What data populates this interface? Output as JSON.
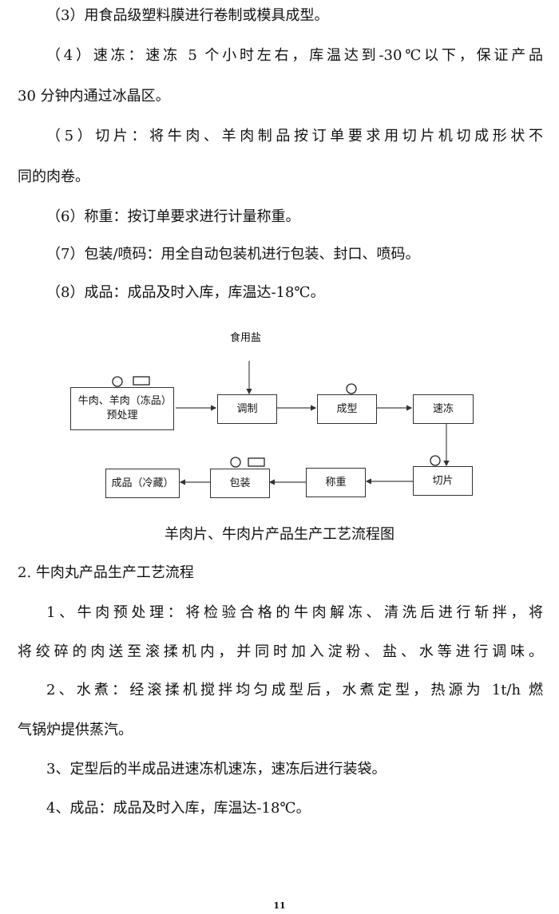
{
  "paragraphs": [
    {
      "lines": [
        "（3）用食品级塑料膜进行卷制或模具成型。"
      ]
    },
    {
      "lines": [
        "（4）速冻：速冻 5 个小时左右，库温达到-30℃以下，保证产品",
        "30 分钟内通过冰晶区。"
      ]
    },
    {
      "lines": [
        "（5）切片：将牛肉、羊肉制品按订单要求用切片机切成形状不",
        "同的肉卷。"
      ]
    },
    {
      "lines": [
        "（6）称重：按订单要求进行计量称重。"
      ]
    },
    {
      "lines": [
        "（7）包装/喷码：用全自动包装机进行包装、封口、喷码。"
      ]
    },
    {
      "lines": [
        "（8）成品：成品及时入库，库温达-18℃。"
      ]
    }
  ],
  "diagram": {
    "input": "食用盐",
    "steps": [
      "牛肉、羊肉（冻品）预处理",
      "调制",
      "成型",
      "速冻",
      "切片",
      "称重",
      "包装",
      "成品（冷藏）"
    ],
    "caption": "羊肉片、牛肉片产品生产工艺流程图"
  },
  "section2": {
    "heading": "2. 牛肉丸产品生产工艺流程",
    "paragraphs": [
      {
        "lines": [
          "1、牛肉预处理：将检验合格的牛肉解冻、清洗后进行斩拌，将",
          "将绞碎的肉送至滚揉机内，并同时加入淀粉、盐、水等进行调味。"
        ]
      },
      {
        "lines": [
          "2、水煮：经滚揉机搅拌均匀成型后，水煮定型，热源为 1t/h 燃",
          "气锅炉提供蒸汽。"
        ]
      },
      {
        "lines": [
          "3、定型后的半成品进速冻机速冻，速冻后进行装袋。"
        ]
      },
      {
        "lines": [
          "4、成品：成品及时入库，库温达-18℃。"
        ]
      }
    ]
  },
  "page_number": "11"
}
